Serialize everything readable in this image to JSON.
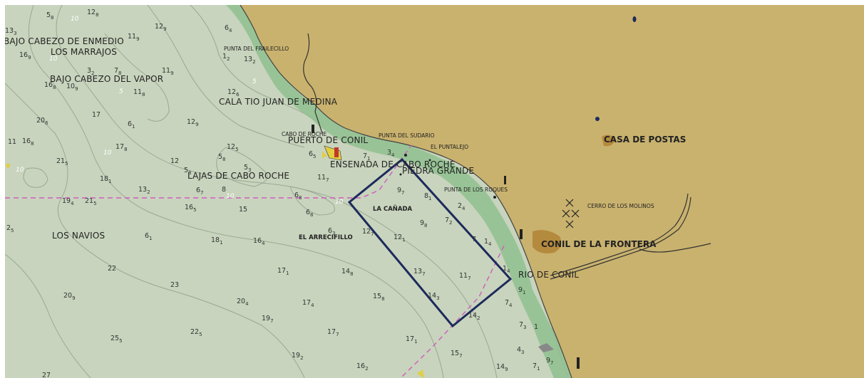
{
  "colors": {
    "sea": "#c8d4bd",
    "land": "#c9b26e",
    "shore": "#8fbf8f",
    "route": "#1d2a5c",
    "limit": "#cf5cbf"
  },
  "places": {
    "bajo_cabezo_enmedio": "BAJO CABEZO DE ENMEDIO",
    "los_marrajos": "LOS MARRAJOS",
    "bajo_cabezo_vapor": "BAJO CABEZO DEL VAPOR",
    "punta_frailecillo": "PUNTA DEL FRAILECILLO",
    "cala_tio_juan": "CALA TIO JUAN DE MEDINA",
    "cabo_de_roche": "CABO DE ROCHE",
    "puerto_conil": "PUERTO DE CONIL",
    "punta_sudario": "PUNTA DEL SUDARIO",
    "el_puntalejo": "EL PUNTALEJO",
    "ensenada": "ENSENADA DE CABO ROCHE",
    "piedra_grande": "PIEDRA GRANDE",
    "lajas": "LAJAS DE CABO ROCHE",
    "punta_roques": "PUNTA DE LOS ROQUES",
    "casa_postas": "CASA DE POSTAS",
    "cerro_molinos": "CERRO DE LOS MOLINOS",
    "la_canada": "LA CAÑADA",
    "los_navios": "LOS NAVIOS",
    "el_arrecifillo": "EL ARRECIFILLO",
    "conil_frontera": "CONIL DE LA FRONTERA",
    "rio_conil": "RIO DE CONIL"
  },
  "contours": [
    "10",
    "10",
    "10",
    "10",
    "10",
    "10",
    "5",
    "5"
  ],
  "soundings": [
    {
      "v": "5",
      "s": "8"
    },
    {
      "v": "12",
      "s": "8"
    },
    {
      "v": "13",
      "s": "3"
    },
    {
      "v": "11",
      "s": "9"
    },
    {
      "v": "12",
      "s": "9"
    },
    {
      "v": "6",
      "s": "4"
    },
    {
      "v": "16",
      "s": "9"
    },
    {
      "v": "3",
      "s": "2"
    },
    {
      "v": "7",
      "s": "8"
    },
    {
      "v": "11",
      "s": "9"
    },
    {
      "v": "16",
      "s": "8"
    },
    {
      "v": "10",
      "s": "9"
    },
    {
      "v": "11",
      "s": "8"
    },
    {
      "v": "13",
      "s": "2"
    },
    {
      "v": "1",
      "s": "2"
    },
    {
      "v": "12",
      "s": "6"
    },
    {
      "v": "17",
      "s": ""
    },
    {
      "v": "20",
      "s": "6"
    },
    {
      "v": "6",
      "s": "1"
    },
    {
      "v": "12",
      "s": "9"
    },
    {
      "v": "11",
      "s": ""
    },
    {
      "v": "16",
      "s": "8"
    },
    {
      "v": "17",
      "s": "8"
    },
    {
      "v": "21",
      "s": "5"
    },
    {
      "v": "12",
      "s": "5"
    },
    {
      "v": "12",
      "s": ""
    },
    {
      "v": "5",
      "s": "8"
    },
    {
      "v": "5",
      "s": "3"
    },
    {
      "v": "6",
      "s": "5"
    },
    {
      "v": "7",
      "s": "1"
    },
    {
      "v": "3",
      "s": "4"
    },
    {
      "v": "18",
      "s": "1"
    },
    {
      "v": "13",
      "s": "2"
    },
    {
      "v": "5",
      "s": "8"
    },
    {
      "v": "8",
      "s": ""
    },
    {
      "v": "11",
      "s": "7"
    },
    {
      "v": "6",
      "s": "7"
    },
    {
      "v": "6",
      "s": "8"
    },
    {
      "v": "9",
      "s": "7"
    },
    {
      "v": "8",
      "s": "1"
    },
    {
      "v": "19",
      "s": "4"
    },
    {
      "v": "21",
      "s": "5"
    },
    {
      "v": "16",
      "s": "5"
    },
    {
      "v": "15",
      "s": ""
    },
    {
      "v": "6",
      "s": "8"
    },
    {
      "v": "2",
      "s": "4"
    },
    {
      "v": "7",
      "s": "2"
    },
    {
      "v": "2",
      "s": "5"
    },
    {
      "v": "6",
      "s": "3"
    },
    {
      "v": "18",
      "s": "1"
    },
    {
      "v": "16",
      "s": "4"
    },
    {
      "v": "6",
      "s": "1"
    },
    {
      "v": "12",
      "s": "7"
    },
    {
      "v": "12",
      "s": "1"
    },
    {
      "v": "9",
      "s": "8"
    },
    {
      "v": "1",
      "s": "4"
    },
    {
      "v": "7",
      "s": ""
    },
    {
      "v": "22",
      "s": ""
    },
    {
      "v": "17",
      "s": "1"
    },
    {
      "v": "14",
      "s": "8"
    },
    {
      "v": "13",
      "s": "7"
    },
    {
      "v": "11",
      "s": "7"
    },
    {
      "v": "1",
      "s": "4"
    },
    {
      "v": "23",
      "s": ""
    },
    {
      "v": "20",
      "s": "9"
    },
    {
      "v": "20",
      "s": "4"
    },
    {
      "v": "17",
      "s": "4"
    },
    {
      "v": "15",
      "s": "8"
    },
    {
      "v": "14",
      "s": "3"
    },
    {
      "v": "9",
      "s": "1"
    },
    {
      "v": "7",
      "s": "4"
    },
    {
      "v": "19",
      "s": "7"
    },
    {
      "v": "14",
      "s": "2"
    },
    {
      "v": "7",
      "s": "3"
    },
    {
      "v": "1",
      "s": ""
    },
    {
      "v": "25",
      "s": "5"
    },
    {
      "v": "22",
      "s": "5"
    },
    {
      "v": "17",
      "s": "7"
    },
    {
      "v": "17",
      "s": "1"
    },
    {
      "v": "4",
      "s": "3"
    },
    {
      "v": "19",
      "s": "2"
    },
    {
      "v": "15",
      "s": "7"
    },
    {
      "v": "16",
      "s": "2"
    },
    {
      "v": "14",
      "s": "9"
    },
    {
      "v": "7",
      "s": "1"
    },
    {
      "v": "9",
      "s": "7"
    },
    {
      "v": "27",
      "s": ""
    }
  ]
}
